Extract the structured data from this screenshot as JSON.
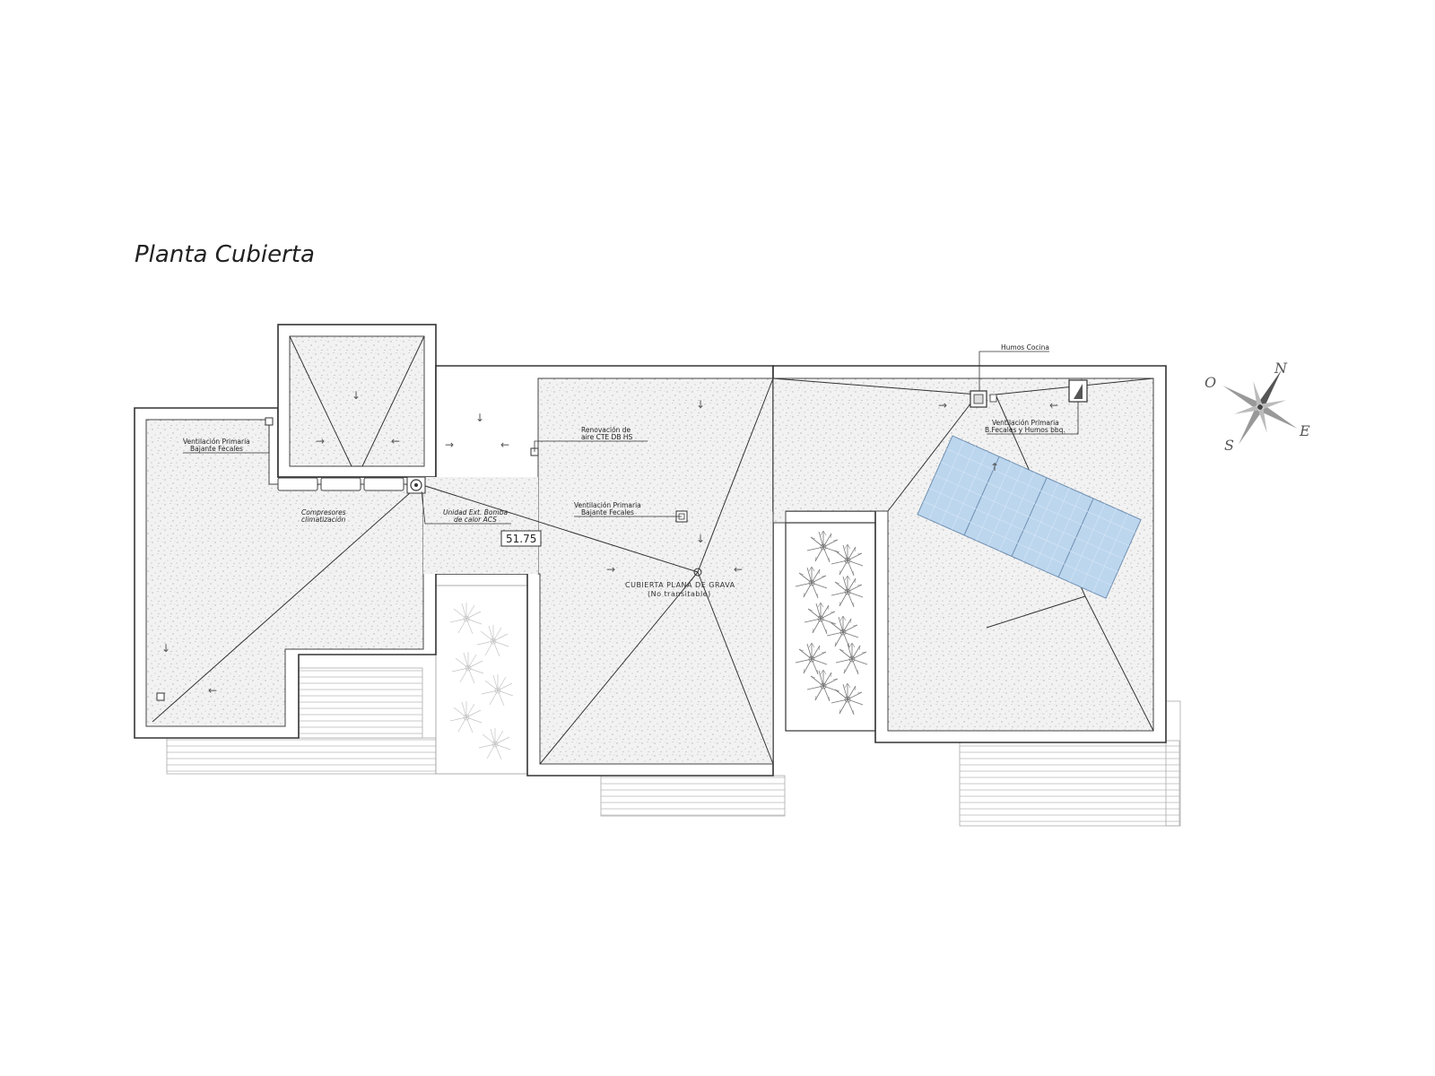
{
  "title": "Planta Cubierta",
  "labels": {
    "vent_left_1": "Ventilación Primaria",
    "vent_left_2": "Bajante Fecales",
    "compresores_1": "Compresores",
    "compresores_2": "climatización",
    "unidad_1": "Unidad Ext. Bomba",
    "unidad_2": "de calor ACS",
    "renovacion_1": "Renovación de",
    "renovacion_2": "aire CTE DB HS",
    "vent_center_1": "Ventilación Primaria",
    "vent_center_2": "Bajante Fecales",
    "cubierta_1": "CUBIERTA PLANA DE GRAVA",
    "cubierta_2": "(No transitable)",
    "humos_cocina": "Humos Cocina",
    "vent_right_1": "Ventilación Primaria",
    "vent_right_2": "B.Fecales y Humos bbq."
  },
  "elevation": "51.75",
  "compass": {
    "north": "N",
    "east": "E",
    "south": "S",
    "west": "O"
  },
  "colors": {
    "solar_panel": "#bcd6ee",
    "line": "#333333",
    "gravel": "#efefef"
  }
}
